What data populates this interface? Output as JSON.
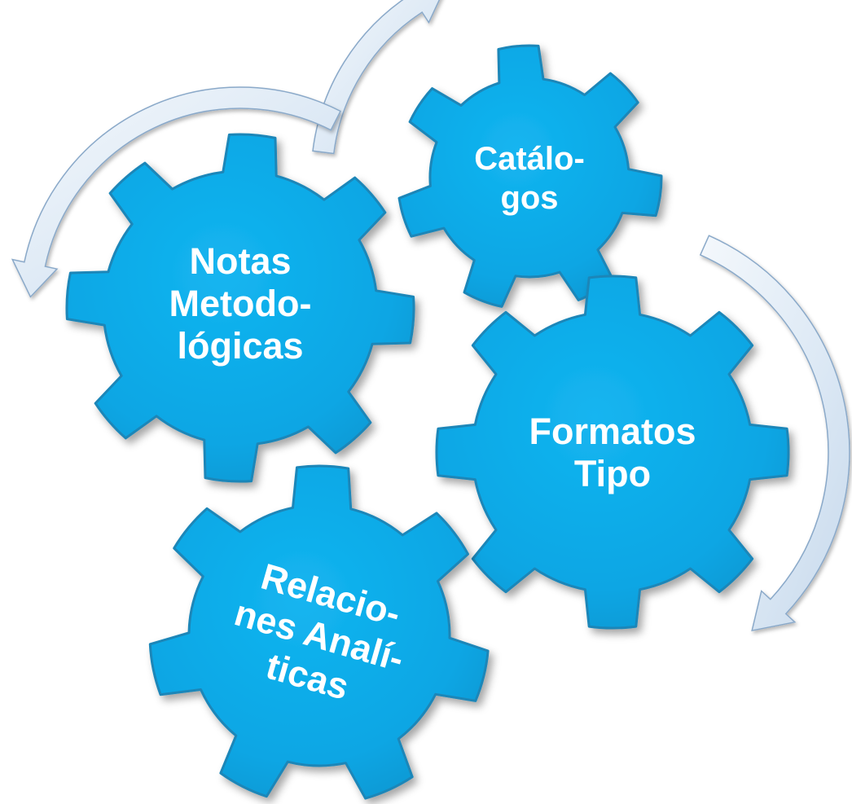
{
  "diagram": {
    "colors": {
      "gear_fill": "#0aa6e4",
      "gear_edge": "#1b86b8",
      "gear_text": "#ffffff",
      "arrow_fill": "#dde9f5",
      "arrow_edge": "#8aa9c9",
      "background": "#ffffff"
    },
    "gears": [
      {
        "lines": [
          "Catálo-",
          "gos"
        ]
      },
      {
        "lines": [
          "Notas",
          "Metodo-",
          "lógicas"
        ]
      },
      {
        "lines": [
          "Formatos",
          "Tipo"
        ]
      },
      {
        "lines": [
          "Relacio-",
          "nes Analí-",
          "ticas"
        ]
      }
    ],
    "arrows": [
      {
        "direction": "clockwise",
        "icon": "curved-arrow-icon"
      },
      {
        "direction": "counter-clockwise",
        "icon": "curved-arrow-icon"
      },
      {
        "direction": "clockwise",
        "icon": "curved-arrow-icon"
      }
    ]
  }
}
